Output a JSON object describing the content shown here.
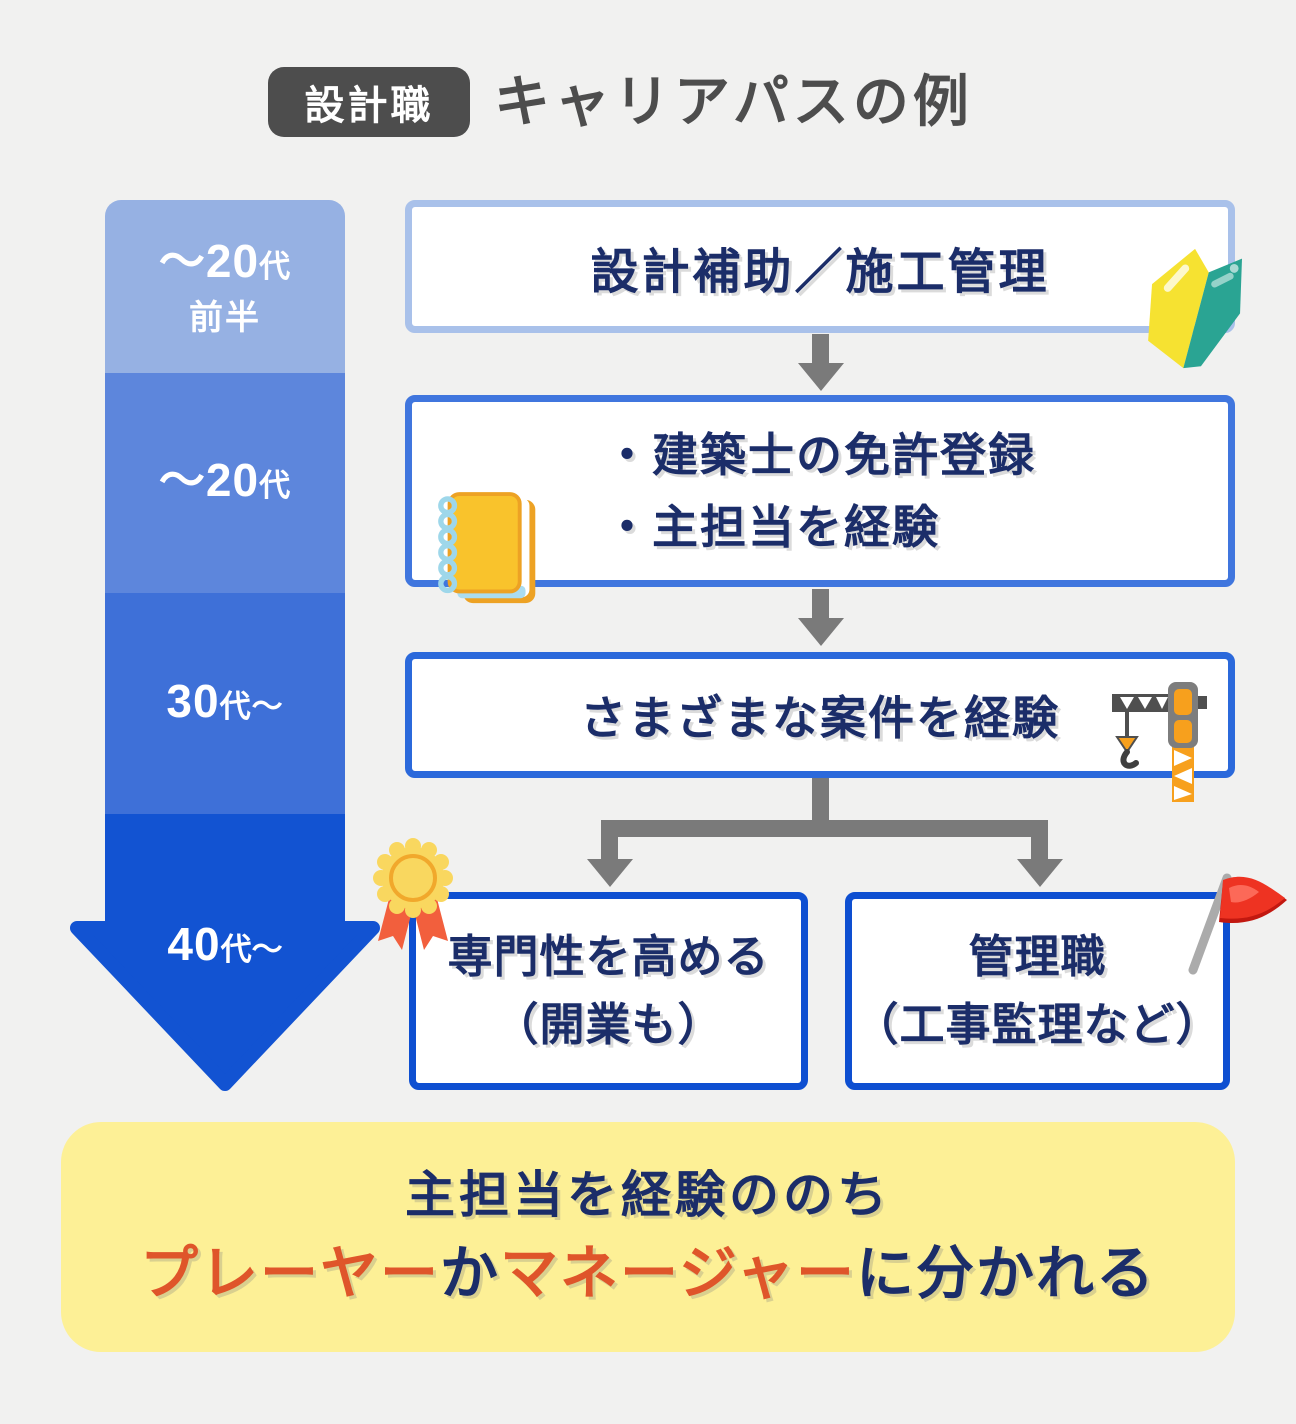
{
  "title": {
    "badge": "設計職",
    "text": "キャリアパスの例"
  },
  "timeline": {
    "segments": [
      {
        "num": "〜20",
        "unit": "代",
        "tail": "",
        "sub": "前半"
      },
      {
        "num": "〜20",
        "unit": "代",
        "tail": "",
        "sub": ""
      },
      {
        "num": "30",
        "unit": "代",
        "tail": "〜",
        "sub": ""
      },
      {
        "num": "40",
        "unit": "代",
        "tail": "〜",
        "sub": ""
      }
    ]
  },
  "flow": {
    "box1": {
      "text": "設計補助／施工管理",
      "icon": "open-book"
    },
    "box2": {
      "bullet1": "・建築士の免許登録",
      "bullet2": "・主担当を経験",
      "icon": "spiral-notebook"
    },
    "box3": {
      "text": "さまざまな案件を経験",
      "icon": "tower-crane"
    },
    "box4a": {
      "line1": "専門性を高める",
      "line2": "（開業も）",
      "icon": "medal"
    },
    "box4b": {
      "line1": "管理職",
      "line2": "（工事監理など）",
      "icon": "red-flag"
    }
  },
  "footer": {
    "line1": "主担当を経験ののち",
    "line2": [
      {
        "text": "プレーヤー",
        "emphasis": true
      },
      {
        "text": "か",
        "emphasis": false
      },
      {
        "text": "マネージャー",
        "emphasis": true
      },
      {
        "text": "に分かれる",
        "emphasis": false
      }
    ]
  },
  "colors": {
    "background": "#f1f1f0",
    "title_gray": "#4d4d4d",
    "text_navy": "#1b2d69",
    "accent_orange": "#df552a",
    "panel_yellow": "#fdf096",
    "connector_gray": "#7a7a7a",
    "timeline_segments": [
      "#96b1e3",
      "#5d86dc",
      "#3e70d8",
      "#1253d2"
    ],
    "box_borders": [
      "#a9c1ea",
      "#4076de",
      "#2b69db",
      "#0e4fd1"
    ]
  }
}
